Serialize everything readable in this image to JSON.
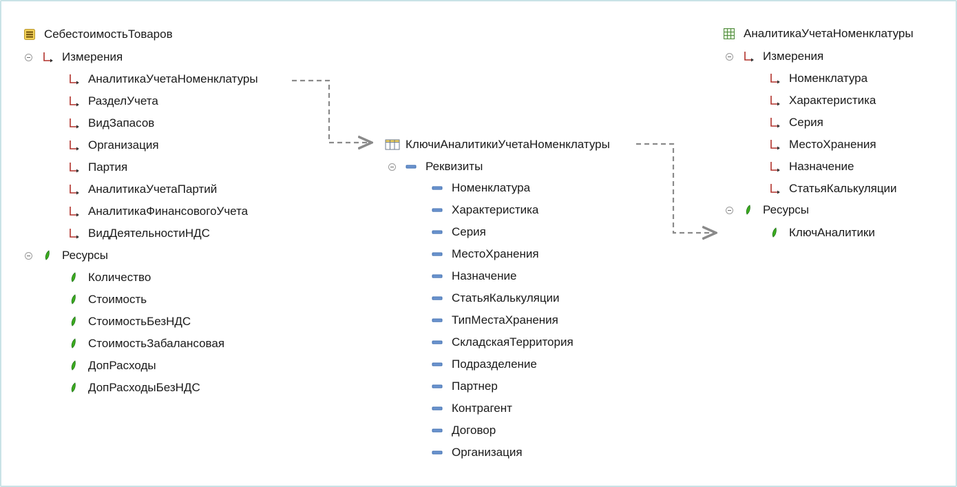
{
  "left_tree": {
    "root": "СебестоимостьТоваров",
    "dimensions_label": "Измерения",
    "dimensions": [
      "АналитикаУчетаНоменклатуры",
      "РазделУчета",
      "ВидЗапасов",
      "Организация",
      "Партия",
      "АналитикаУчетаПартий",
      "АналитикаФинансовогоУчета",
      "ВидДеятельностиНДС"
    ],
    "resources_label": "Ресурсы",
    "resources": [
      "Количество",
      "Стоимость",
      "СтоимостьБезНДС",
      "СтоимостьЗабалансовая",
      "ДопРасходы",
      "ДопРасходыБезНДС"
    ]
  },
  "middle_tree": {
    "root": "КлючиАналитикиУчетаНоменклатуры",
    "attributes_label": "Реквизиты",
    "attributes": [
      "Номенклатура",
      "Характеристика",
      "Серия",
      "МестоХранения",
      "Назначение",
      "СтатьяКалькуляции",
      "ТипМестаХранения",
      "СкладскаяТерритория",
      "Подразделение",
      "Партнер",
      "Контрагент",
      "Договор",
      "Организация"
    ]
  },
  "right_tree": {
    "root": "АналитикаУчетаНоменклатуры",
    "dimensions_label": "Измерения",
    "dimensions": [
      "Номенклатура",
      "Характеристика",
      "Серия",
      "МестоХранения",
      "Назначение",
      "СтатьяКалькуляции"
    ],
    "resources_label": "Ресурсы",
    "resources": [
      "КлючАналитики"
    ]
  },
  "colors": {
    "frame": "#c9e3e6",
    "arrow": "#8a8a8a",
    "resource_green": "#3cae1e",
    "dimension_red": "#b0302a",
    "attribute_blue": "#3f6fb0"
  },
  "icons": {
    "register_root": "accumulation-register-icon",
    "table_root": "catalog-table-icon",
    "info_register_root": "information-register-icon",
    "dimension": "dimension-icon",
    "resource": "resource-icon",
    "attribute": "attribute-icon"
  }
}
